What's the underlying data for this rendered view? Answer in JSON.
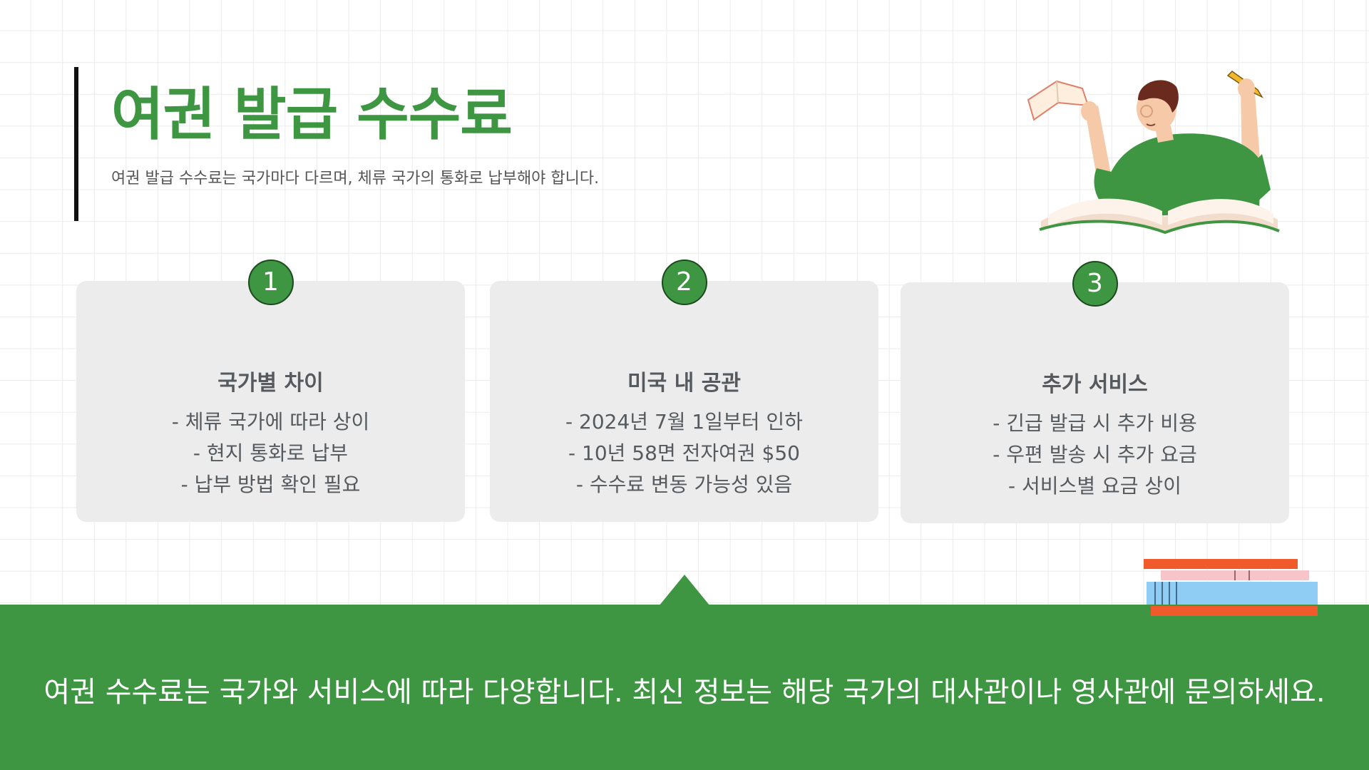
{
  "header": {
    "title": "여권 발급 수수료",
    "subtitle": "여권 발급 수수료는 국가마다 다르며, 체류 국가의 통화로 납부해야 합니다."
  },
  "cards": [
    {
      "number": "1",
      "title": "국가별 차이",
      "lines": [
        "- 체류 국가에 따라 상이",
        "- 현지 통화로 납부",
        "- 납부 방법 확인 필요"
      ]
    },
    {
      "number": "2",
      "title": "미국 내 공관",
      "lines": [
        "- 2024년 7월 1일부터 인하",
        "- 10년 58면 전자여권 $50",
        "- 수수료 변동 가능성 있음"
      ]
    },
    {
      "number": "3",
      "title": "추가 서비스",
      "lines": [
        "- 긴급 발급 시 추가 비용",
        "- 우편 발송 시 추가 요금",
        "- 서비스별 요금 상이"
      ]
    }
  ],
  "footer": {
    "text": "여권 수수료는 국가와 서비스에 따라 다양합니다. 최신 정보는 해당 국가의 대사관이나 영사관에 문의하세요."
  },
  "colors": {
    "accent_green": "#3f9642",
    "card_bg": "#ececec",
    "text_gray": "#555a5e"
  },
  "decor": {
    "illustration": "person-reading-book-illustration",
    "books": "stacked-books-illustration"
  }
}
